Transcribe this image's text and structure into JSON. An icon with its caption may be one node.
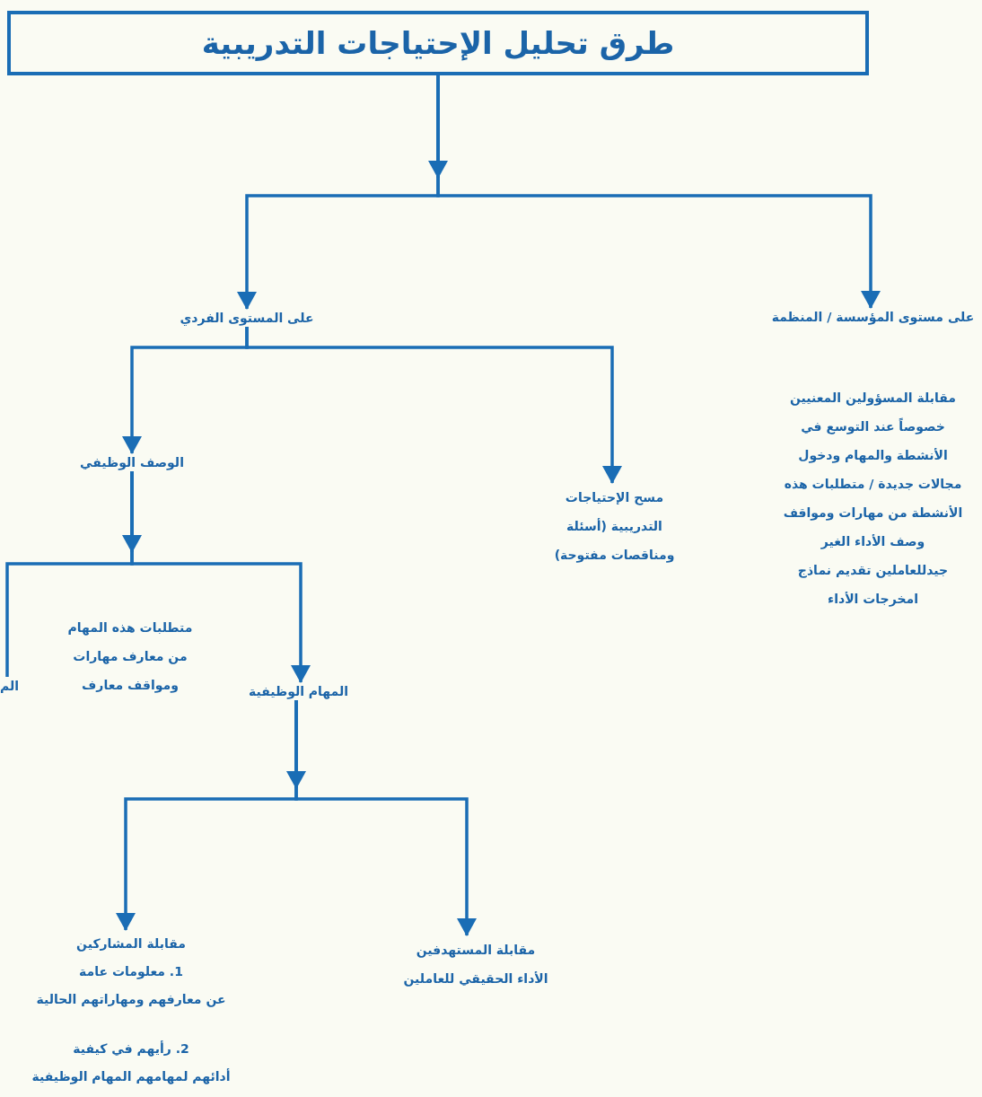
{
  "diagram": {
    "nodes": [
      {
        "text": [
          "طرق تحليل الإحتياجات التدريبية"
        ]
      },
      {
        "text": [
          "على مستوى المؤسسة / المنظمة",
          "مقابلة المسؤولين المعنيين خصوصاً عند التوسع في الأنشطة والمهام ودخول مجالات جديدة / متطلبات هذه الأنشطة من مهارات ومواقف وصف الأداء الغير جيدللعاملين تقديم نماذج امخرجات الأداء"
        ]
      },
      {
        "text": [
          "على المستوى الفردي"
        ]
      },
      {
        "text": [
          "مسح الإحتياجات التدريبية (أسئلة ومناقصات مفتوحة)"
        ]
      },
      {
        "text": [
          "الوصف الوظيفي"
        ]
      },
      {
        "text": [
          "الم"
        ]
      },
      {
        "text": [
          "المهام الوظيفية"
        ]
      },
      {
        "text": [
          "مقابلة المستهدفين",
          "الأداء الحقيقي للعاملين"
        ]
      },
      {
        "text": [
          "مقابلة المشاركين",
          "1. معلومات عامة",
          "عن معارفهم ومهاراتهم الحالية",
          "2. رأيهم في كيفية",
          "أدائهم لمهامهم المهام الوظيفية"
        ]
      }
    ],
    "edges": [
      {
        "from": 0,
        "to": 1,
        "arrow": "to"
      },
      {
        "from": 0,
        "to": 2,
        "arrow": "to"
      },
      {
        "from": 2,
        "to": 3,
        "arrow": "to"
      },
      {
        "from": 2,
        "to": 4,
        "arrow": "to"
      },
      {
        "from": 4,
        "to": 6,
        "arrow": "to"
      },
      {
        "from": 4,
        "to": 5,
        "arrow": "none"
      },
      {
        "from": 6,
        "to": 7,
        "arrow": "to"
      },
      {
        "from": 6,
        "to": 8,
        "arrow": "to"
      }
    ],
    "labels": [
      "متطلبات هذه المهام من معارف مهارات ومواقف معارف"
    ]
  }
}
